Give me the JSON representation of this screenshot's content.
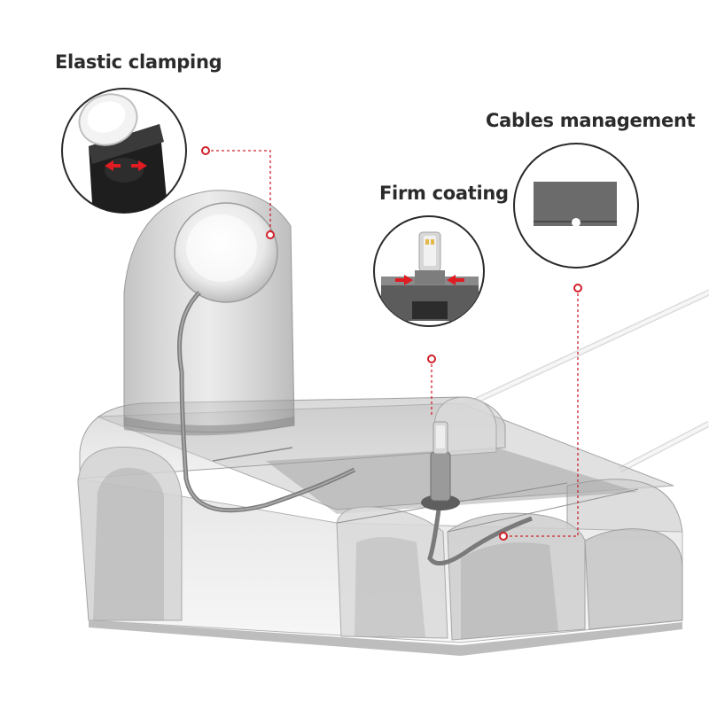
{
  "labels": {
    "elastic_clamping": "Elastic clamping",
    "cables_management": "Cables management",
    "firm_coating": "Firm coating"
  },
  "colors": {
    "callout_line": "#d0202a",
    "arrow": "#e01b22",
    "text": "#2b2b2b",
    "cable": "#e8e8e8",
    "body_tint": "#9a9a9a"
  },
  "icons": {
    "elastic": "watch-charger-clamp-icon",
    "cables": "cable-slot-icon",
    "firm": "lightning-connector-icon"
  }
}
